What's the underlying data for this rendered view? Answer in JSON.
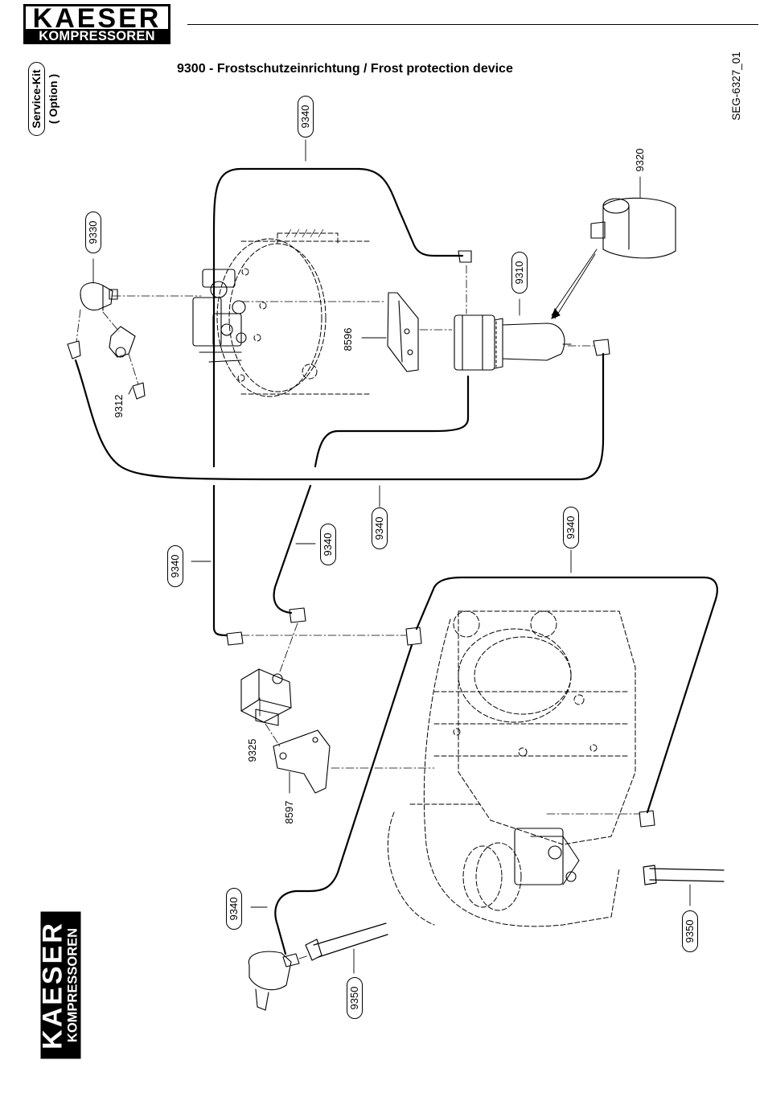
{
  "brand": {
    "line1": "KAESER",
    "line2": "KOMPRESSOREN"
  },
  "title": "9300  -  Frostschutzeinrichtung / Frost protection device",
  "service_kit": {
    "label": "Service-Kit",
    "option": "( Option )"
  },
  "doc_id": "SEG-6327_01",
  "parts": {
    "p9340_a": "9340",
    "p9340_b": "9340",
    "p9340_c": "9340",
    "p9340_d": "9340",
    "p9340_e": "9340",
    "p9340_f": "9340",
    "p9330": "9330",
    "p9320": "9320",
    "p9310": "9310",
    "p9312": "9312",
    "p8596": "8596",
    "p9325": "9325",
    "p8597": "8597",
    "p9350_a": "9350",
    "p9350_b": "9350"
  }
}
